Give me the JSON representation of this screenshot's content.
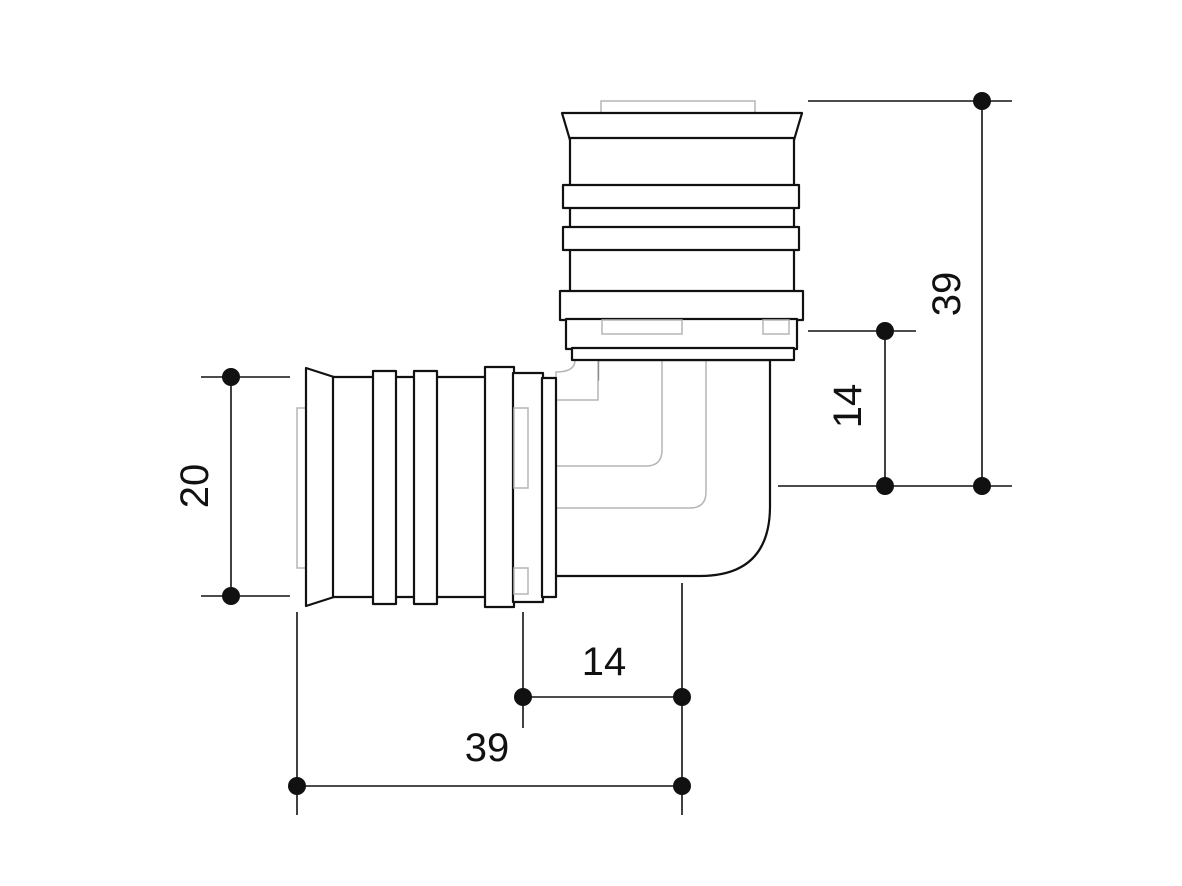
{
  "diagram": {
    "dimensions": {
      "right_overall": "39",
      "right_inner": "14",
      "bottom_inner": "14",
      "bottom_overall": "39",
      "left_diameter": "20"
    },
    "colors": {
      "line": "#111111",
      "hidden_line": "#b5b5b5",
      "background": "#ffffff"
    }
  }
}
